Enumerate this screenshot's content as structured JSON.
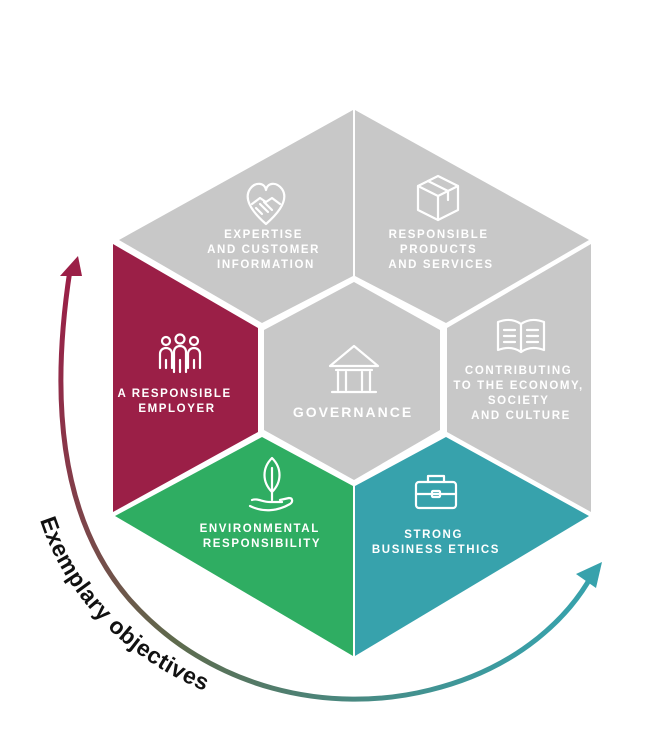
{
  "segments": {
    "expertise": {
      "lines": [
        "EXPERTISE",
        "AND CUSTOMER",
        "INFORMATION"
      ],
      "color": "#c8c8c8",
      "icon": "handshake-heart-icon"
    },
    "products": {
      "lines": [
        "RESPONSIBLE",
        "PRODUCTS",
        "AND SERVICES"
      ],
      "color": "#c8c8c8",
      "icon": "package-box-icon"
    },
    "economy": {
      "lines": [
        "CONTRIBUTING",
        "TO THE ECONOMY,",
        "SOCIETY",
        "AND CULTURE"
      ],
      "color": "#c8c8c8",
      "icon": "open-book-icon"
    },
    "ethics": {
      "lines": [
        "STRONG",
        "BUSINESS ETHICS"
      ],
      "color": "#37a2ac",
      "icon": "briefcase-icon"
    },
    "environment": {
      "lines": [
        "ENVIRONMENTAL",
        "RESPONSIBILITY"
      ],
      "color": "#2fad62",
      "icon": "hand-plant-icon"
    },
    "employer": {
      "lines": [
        "A RESPONSIBLE",
        "EMPLOYER"
      ],
      "color": "#9b1f47",
      "icon": "people-group-icon"
    }
  },
  "center": {
    "label": "GOVERNANCE",
    "color": "#c8c8c8",
    "icon": "institution-building-icon"
  },
  "arc": {
    "label": "Exemplary objectives",
    "color_start": "#9b1f47",
    "color_end": "#37a2ac"
  }
}
